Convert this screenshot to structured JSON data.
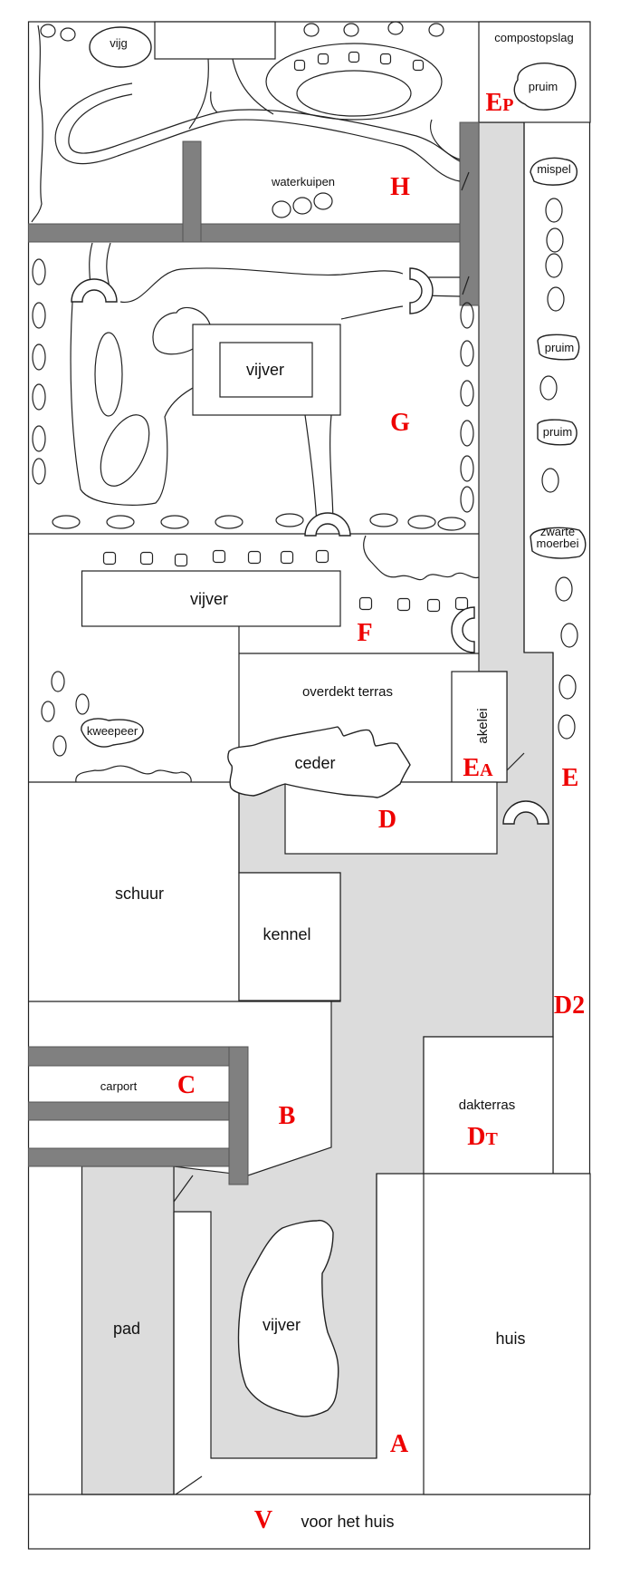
{
  "title": "Tuinplan",
  "labels": {
    "compost": "compostopslag",
    "vijg": "vijg",
    "pruim_compost": "pruim",
    "waterkuipen": "waterkuipen",
    "mispel": "mispel",
    "pruim_1": "pruim",
    "pruim_2": "pruim",
    "zwarte_moerbei_1": "zwarte",
    "zwarte_moerbei_2": "moerbei",
    "vijver_g": "vijver",
    "vijver_f": "vijver",
    "overdekt_terras": "overdekt terras",
    "akelei": "akelei",
    "kweepeer": "kweepeer",
    "ceder": "ceder",
    "schuur": "schuur",
    "kennel": "kennel",
    "carport": "carport",
    "dakterras": "dakterras",
    "pad": "pad",
    "vijver_a": "vijver",
    "huis": "huis",
    "voor_het_huis": "voor het huis"
  },
  "zones": {
    "H": "H",
    "G": "G",
    "F": "F",
    "E": "E",
    "Ep_main": "E",
    "Ep_sub": "P",
    "Ea_main": "E",
    "Ea_sub": "A",
    "D": "D",
    "D2": "D2",
    "Dt_main": "D",
    "Dt_sub": "T",
    "C": "C",
    "B": "B",
    "A": "A",
    "V": "V"
  },
  "colors": {
    "zone_label": "#ee0000",
    "path": "#dcdcdc",
    "fence": "#808080"
  }
}
